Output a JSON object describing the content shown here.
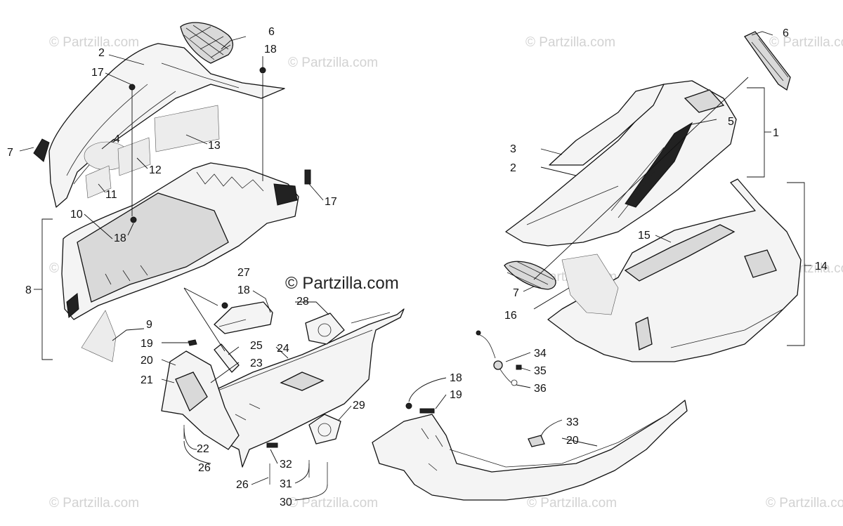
{
  "watermark_text": "© Partzilla.com",
  "center_watermark_text": "© Partzilla.com",
  "callouts": {
    "c1": "1",
    "c2a": "2",
    "c2b": "2",
    "c3": "3",
    "c4": "4",
    "c5": "5",
    "c6a": "6",
    "c6b": "6",
    "c7a": "7",
    "c7b": "7",
    "c8": "8",
    "c9": "9",
    "c10": "10",
    "c11": "11",
    "c12": "12",
    "c13": "13",
    "c14": "14",
    "c15": "15",
    "c16": "16",
    "c17a": "17",
    "c17b": "17",
    "c18a": "18",
    "c18b": "18",
    "c18c": "18",
    "c18d": "18",
    "c19a": "19",
    "c19b": "19",
    "c20a": "20",
    "c20b": "20",
    "c21": "21",
    "c22": "22",
    "c23": "23",
    "c24": "24",
    "c25": "25",
    "c26a": "26",
    "c26b": "26",
    "c27": "27",
    "c28": "28",
    "c29": "29",
    "c30": "30",
    "c31": "31",
    "c32": "32",
    "c33": "33",
    "c34": "34",
    "c35": "35",
    "c36": "36"
  },
  "colors": {
    "line": "#111111",
    "watermark": "#d2d2d2",
    "background": "#ffffff"
  }
}
